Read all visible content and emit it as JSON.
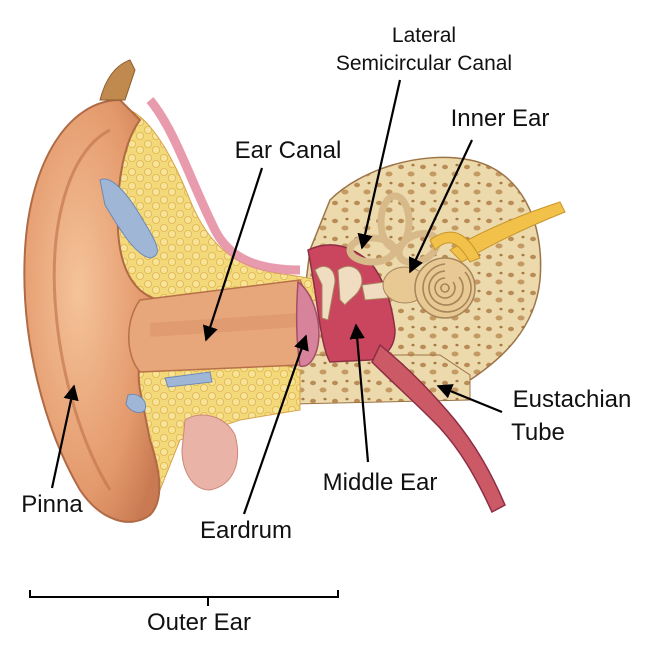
{
  "labels": {
    "lateral_canal_line1": "Lateral",
    "lateral_canal_line2": "Semicircular Canal",
    "inner_ear": "Inner Ear",
    "ear_canal": "Ear Canal",
    "eustachian_line1": "Eustachian",
    "eustachian_line2": "Tube",
    "pinna": "Pinna",
    "middle_ear": "Middle Ear",
    "eardrum": "Eardrum",
    "outer_ear": "Outer Ear"
  },
  "colors": {
    "skin": "#e8a77a",
    "skin_dark": "#c97a52",
    "fat": "#f3d97a",
    "bone": "#ecd9ac",
    "bone_pores": "#b98c55",
    "cartilage": "#9fb6d6",
    "middle_ear_cavity": "#c9465e",
    "nerve": "#f2c14a",
    "cochlea": "#e9c993"
  }
}
